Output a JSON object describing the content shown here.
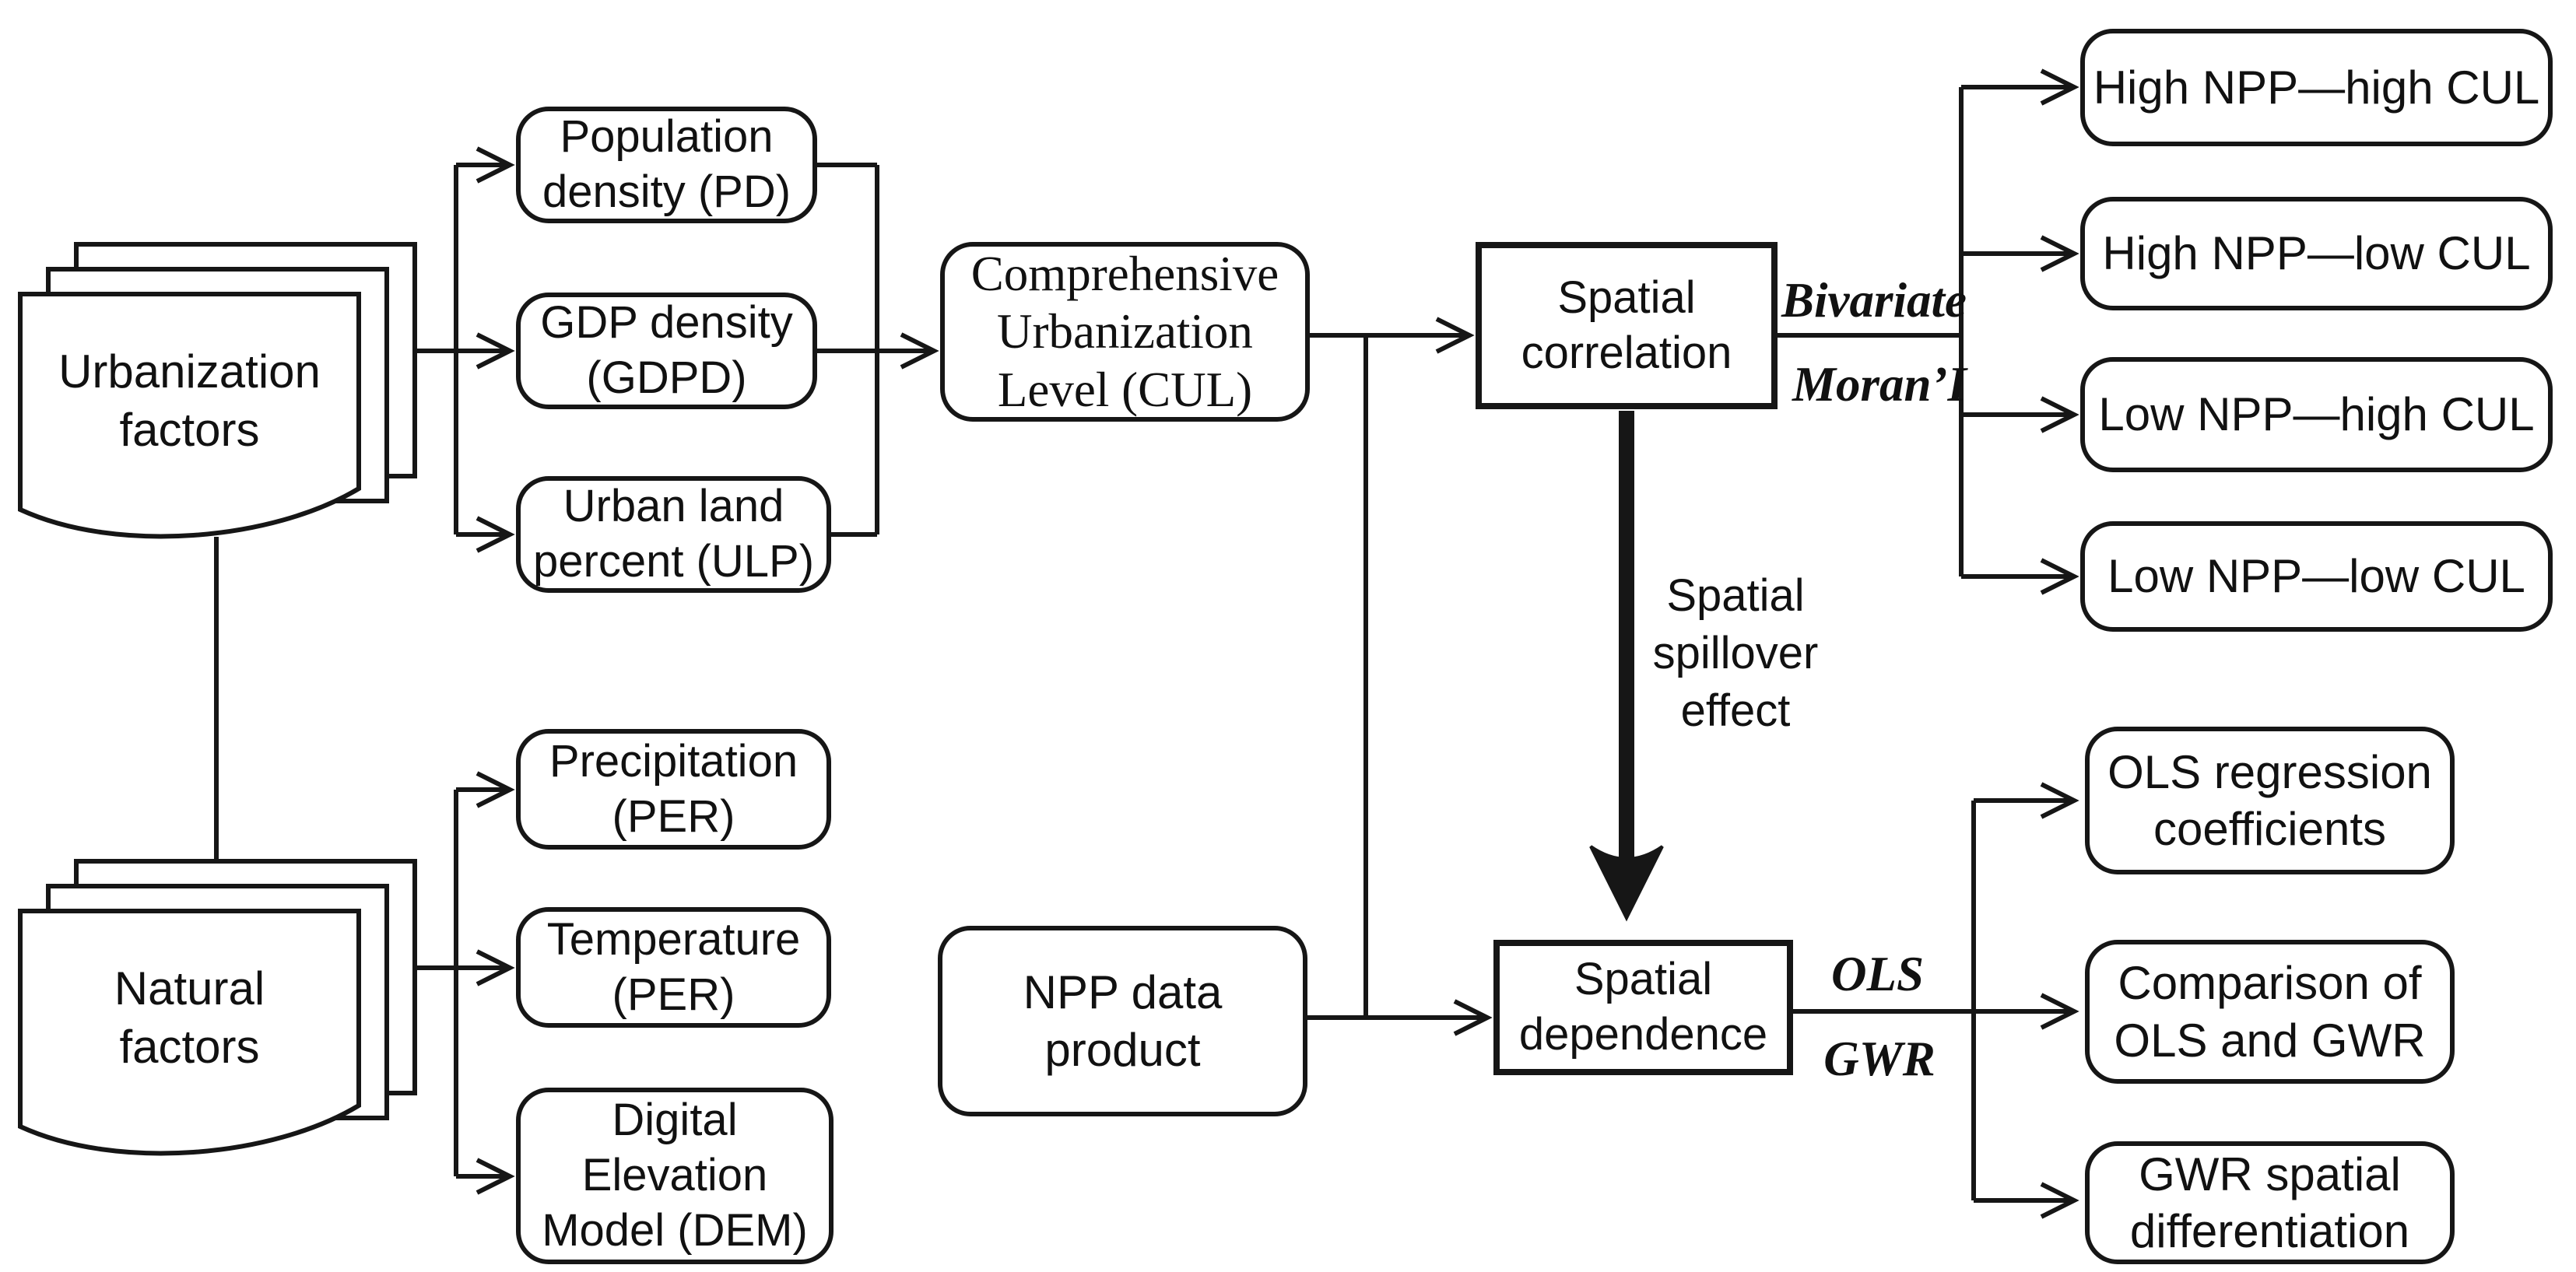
{
  "diagram": {
    "colors": {
      "stroke": "#161616",
      "background": "#ffffff"
    },
    "inputs": {
      "urbanization": {
        "label": "Urbanization\nfactors"
      },
      "natural": {
        "label": "Natural\nfactors"
      }
    },
    "urbanization_indicators": [
      {
        "label": "Population\ndensity (PD)"
      },
      {
        "label": "GDP density\n(GDPD)"
      },
      {
        "label": "Urban land\npercent (ULP)"
      }
    ],
    "natural_indicators": [
      {
        "label": "Precipitation\n(PER)"
      },
      {
        "label": "Temperature\n(PER)"
      },
      {
        "label": "Digital\nElevation\nModel (DEM)"
      }
    ],
    "core": {
      "cul": {
        "label": "Comprehensive\nUrbanization\nLevel (CUL)"
      },
      "npp": {
        "label": "NPP data\nproduct"
      }
    },
    "analyses": {
      "spatial_correlation": {
        "label": "Spatial\ncorrelation"
      },
      "spatial_dependence": {
        "label": "Spatial\ndependence"
      }
    },
    "edge_labels": {
      "bivariate": "Bivariate",
      "moran": "Moran’I",
      "spillover": "Spatial\nspillover\neffect",
      "ols": "OLS",
      "gwr": "GWR"
    },
    "correlation_outputs": [
      {
        "label": "High NPP—high CUL"
      },
      {
        "label": "High NPP—low CUL"
      },
      {
        "label": "Low NPP—high CUL"
      },
      {
        "label": "Low NPP—low CUL"
      }
    ],
    "dependence_outputs": [
      {
        "label": "OLS regression\ncoefficients"
      },
      {
        "label": "Comparison of\nOLS and GWR"
      },
      {
        "label": "GWR spatial\ndifferentiation"
      }
    ]
  }
}
